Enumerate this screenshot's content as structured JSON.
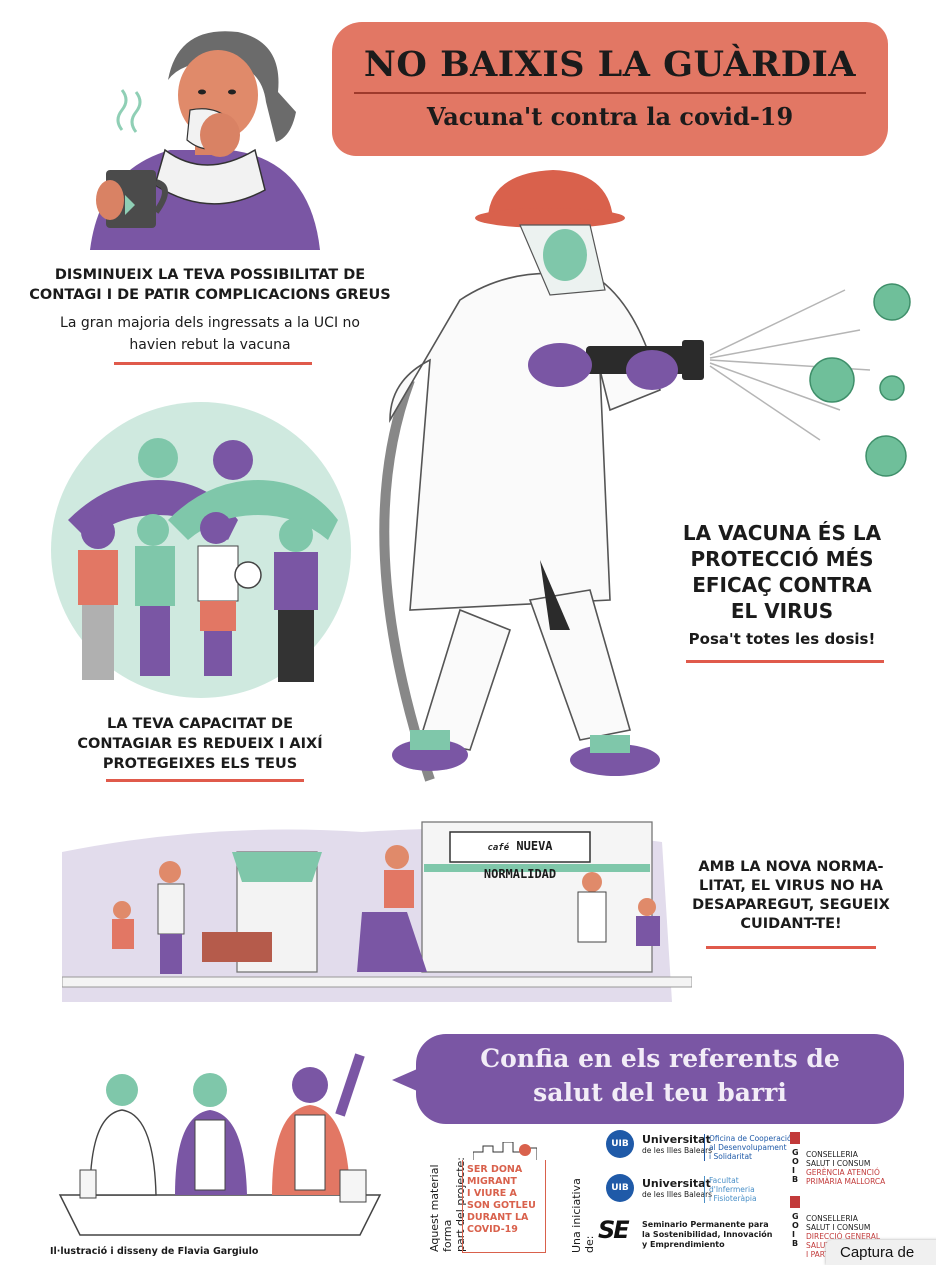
{
  "title": {
    "main": "NO BAIXIS LA GUÀRDIA",
    "sub": "Vacuna't contra la covid-19"
  },
  "section1": {
    "heading": "DISMINUEIX LA TEVA POSSIBILITAT DE CONTAGI I DE PATIR COMPLICACIONS GREUS",
    "heading_line1": "DISMINUEIX LA TEVA POSSIBILITAT DE",
    "heading_line2": "CONTAGI I DE PATIR COMPLICACIONS GREUS",
    "body_line1": "La gran majoria dels ingressats a la UCI no",
    "body_line2": "havien rebut la vacuna"
  },
  "section2": {
    "heading_line1": "LA TEVA CAPACITAT DE",
    "heading_line2": "CONTAGIAR  ES REDUEIX I AIXÍ",
    "heading_line3": "PROTEGEIXES ELS TEUS"
  },
  "section3": {
    "heading_line1": "LA VACUNA ÉS LA",
    "heading_line2": "PROTECCIÓ MÉS",
    "heading_line3": "EFICAÇ CONTRA",
    "heading_line4": "EL VIRUS",
    "sub": "Posa't totes les dosis!"
  },
  "section4": {
    "heading_line1": "AMB LA NOVA NORMA-",
    "heading_line2": "LITAT, EL VIRUS NO HA",
    "heading_line3": "DESAPAREGUT, SEGUEIX",
    "heading_line4": "CUIDANT-TE!"
  },
  "street": {
    "cafe_sign_small": "café",
    "cafe_sign": "NUEVA NORMALIDAD"
  },
  "bubble": {
    "line1": "Confia en els referents de",
    "line2": "salut del teu barri"
  },
  "footer": {
    "project_label_line1": "Aquest material forma",
    "project_label_line2": "part del projecte:",
    "project_name_line1": "SER DONA",
    "project_name_line2": "MIGRANT",
    "project_name_line3": "I VIURE A",
    "project_name_line4": "SON GOTLEU",
    "project_name_line5": "DURANT LA",
    "project_name_line6": "COVID-19",
    "initiative_label": "Una iniciativa de:",
    "uib1_badge": "UIB",
    "uib1_name": "Universitat",
    "uib1_name2": "de les Illes Balears",
    "uib1_office_line1": "Oficina de Cooperació",
    "uib1_office_line2": "al Desenvolupament",
    "uib1_office_line3": "i Solidaritat",
    "uib2_badge": "UIB",
    "uib2_name": "Universitat",
    "uib2_name2": "de les Illes Balears",
    "uib2_office_line1": "Facultat",
    "uib2_office_line2": "d'Infermeria",
    "uib2_office_line3": "i Fisioteràpia",
    "se_badge": "SE",
    "se_line1": "Seminario Permanente para",
    "se_line2": "la Sostenibilidad, Innovación",
    "se_line3": "y Emprendimiento",
    "goib1_line1": "CONSELLERIA",
    "goib1_line2": "SALUT I CONSUM",
    "goib1_line3": "GERÈNCIA ATENCIÓ",
    "goib1_line4": "PRIMÀRIA MALLORCA",
    "goib2_line1": "CONSELLERIA",
    "goib2_line2": "SALUT I CONSUM",
    "goib2_line3": "DIRECCIÓ GENERAL",
    "goib2_line4": "SALUT",
    "goib2_line5": "I PART",
    "goib_letters": "G O I B",
    "credits": "Il·lustració i disseny de Flavia Gargiulo",
    "capture": "Captura de"
  },
  "colors": {
    "coral": "#e27764",
    "purple": "#7a56a4",
    "teal": "#8fcfb5",
    "rule_red": "#e05a4b"
  }
}
